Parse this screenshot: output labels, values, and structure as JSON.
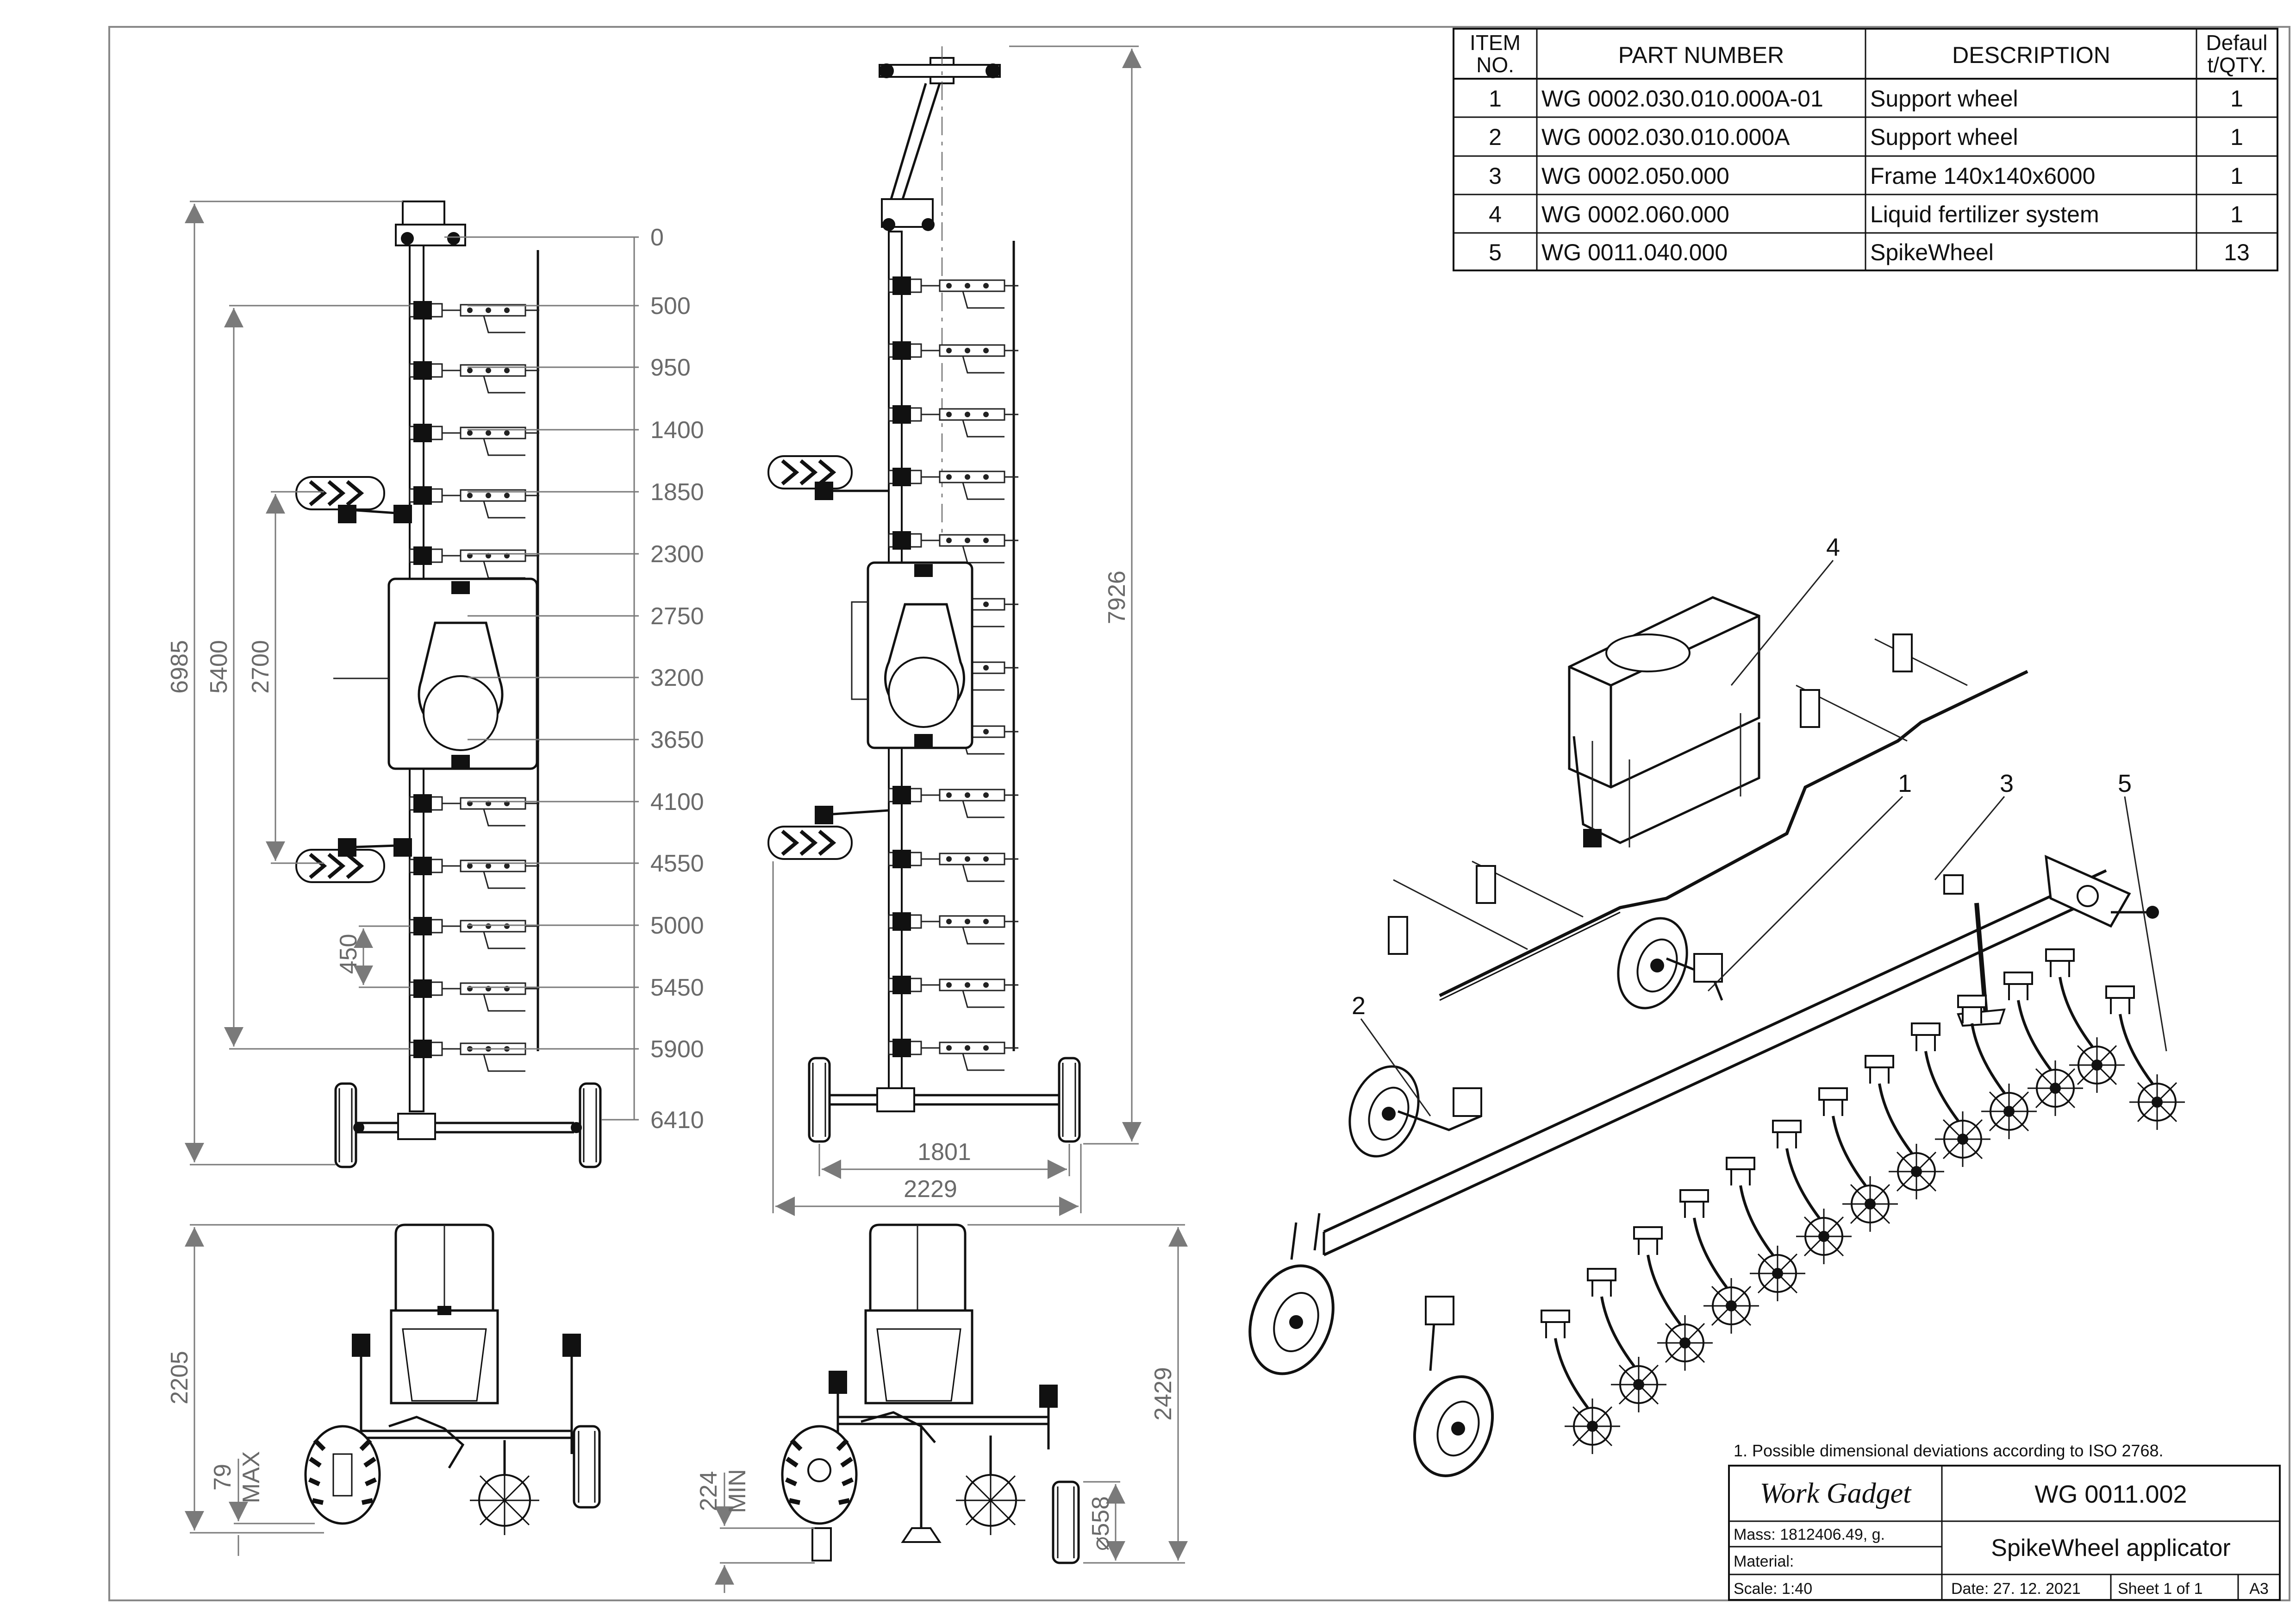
{
  "bom": {
    "headers": [
      "ITEM NO.",
      "PART NUMBER",
      "DESCRIPTION",
      "Default/QTY."
    ],
    "header_lines": {
      "item": [
        "ITEM",
        "NO."
      ],
      "part": [
        "PART NUMBER"
      ],
      "desc": [
        "DESCRIPTION"
      ],
      "qty": [
        "Defaul",
        "t/QTY."
      ]
    },
    "rows": [
      {
        "item": "1",
        "part": "WG 0002.030.010.000A-01",
        "desc": "Support wheel",
        "qty": "1"
      },
      {
        "item": "2",
        "part": "WG 0002.030.010.000A",
        "desc": "Support wheel",
        "qty": "1"
      },
      {
        "item": "3",
        "part": "WG 0002.050.000",
        "desc": "Frame 140x140x6000",
        "qty": "1"
      },
      {
        "item": "4",
        "part": "WG 0002.060.000",
        "desc": "Liquid fertilizer system",
        "qty": "1"
      },
      {
        "item": "5",
        "part": "WG 0011.040.000",
        "desc": "SpikeWheel",
        "qty": "13"
      }
    ]
  },
  "top_view": {
    "ordinates": [
      "0",
      "500",
      "950",
      "1400",
      "1850",
      "2300",
      "2750",
      "3200",
      "3650",
      "4100",
      "4550",
      "5000",
      "5450",
      "5900",
      "6410"
    ],
    "dim_overall": "6985",
    "dim_5400": "5400",
    "dim_2700": "2700",
    "dim_450": "450"
  },
  "top_view_2": {
    "dim_length": "7926",
    "dim_track": "1801",
    "dim_width": "2229"
  },
  "front_view": {
    "dim_height": "2205",
    "dim_max_value": "79",
    "dim_max_label": "MAX"
  },
  "front_view_2": {
    "dim_height": "2429",
    "dim_min_value": "224",
    "dim_min_label": "MIN",
    "dim_wheel": "⌀558"
  },
  "iso_view": {
    "balloons": [
      "1",
      "2",
      "3",
      "4",
      "5"
    ]
  },
  "title_block": {
    "note": "1. Possible dimensional deviations according to ISO 2768.",
    "company": "Work Gadget",
    "drawing_number": "WG 0011.002",
    "mass": "Mass: 1812406.49, g.",
    "material": "Material:",
    "title": "SpikeWheel applicator",
    "scale": "Scale: 1:40",
    "date": "Date: 27. 12. 2021",
    "sheet": "Sheet 1 of 1",
    "size": "A3"
  }
}
